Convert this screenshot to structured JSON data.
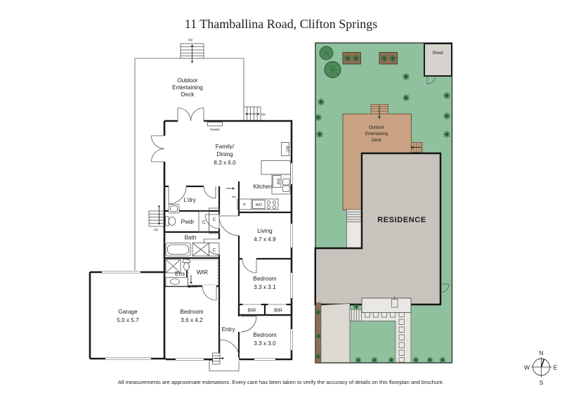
{
  "title": "11 Thamballina Road, Clifton Springs",
  "disclaimer": "All measurements are approximate estimations. Every care has been taken to verify the accuracy of details on this floorplan and brochure.",
  "floorplan": {
    "deck": {
      "line1": "Outdoor",
      "line2": "Entertaining",
      "line3": "Deck"
    },
    "family": {
      "line1": "Family/",
      "line2": "Dining",
      "dims": "8.3 x 6.0"
    },
    "kitchen": {
      "label": "Kitchen",
      "dw": "DW",
      "pantry": "P",
      "wall_oven": "WO"
    },
    "laundry": {
      "label": "L'dry"
    },
    "powder": {
      "label": "Pwdr"
    },
    "bath": {
      "label": "Bath"
    },
    "ensuite": {
      "label": "Ens"
    },
    "wir": {
      "label": "WIR"
    },
    "living": {
      "label": "Living",
      "dims": "4.7 x 4.9"
    },
    "bedroom1": {
      "label": "Bedroom",
      "dims": "3.6 x 4.2"
    },
    "bedroom2": {
      "label": "Bedroom",
      "dims": "3.3 x 3.1"
    },
    "bedroom3": {
      "label": "Bedroom",
      "dims": "3.3 x 3.0"
    },
    "garage": {
      "label": "Garage",
      "dims": "5.0 x 5.7"
    },
    "entry": {
      "label": "Entry"
    },
    "bir": "BIR",
    "closet": "C",
    "up": "Up",
    "heater": "Heater",
    "ac": "A/C"
  },
  "siteplan": {
    "residence_label": "RESIDENCE",
    "shed_label": "Shed",
    "deck": {
      "line1": "Outdoor",
      "line2": "Entertaining",
      "line3": "Deck"
    },
    "colors": {
      "lawn": "#8fc19e",
      "deck": "#c8a282",
      "residence": "#c8c3bd",
      "paving": "#e9e7e3",
      "driveway": "#dcd9d3",
      "garden_bed": "#8c6f52",
      "tree": "#4e8d5b",
      "shed": "#d6d3ce"
    }
  },
  "compass": {
    "north": "N",
    "east": "E",
    "south": "S",
    "west": "W"
  }
}
